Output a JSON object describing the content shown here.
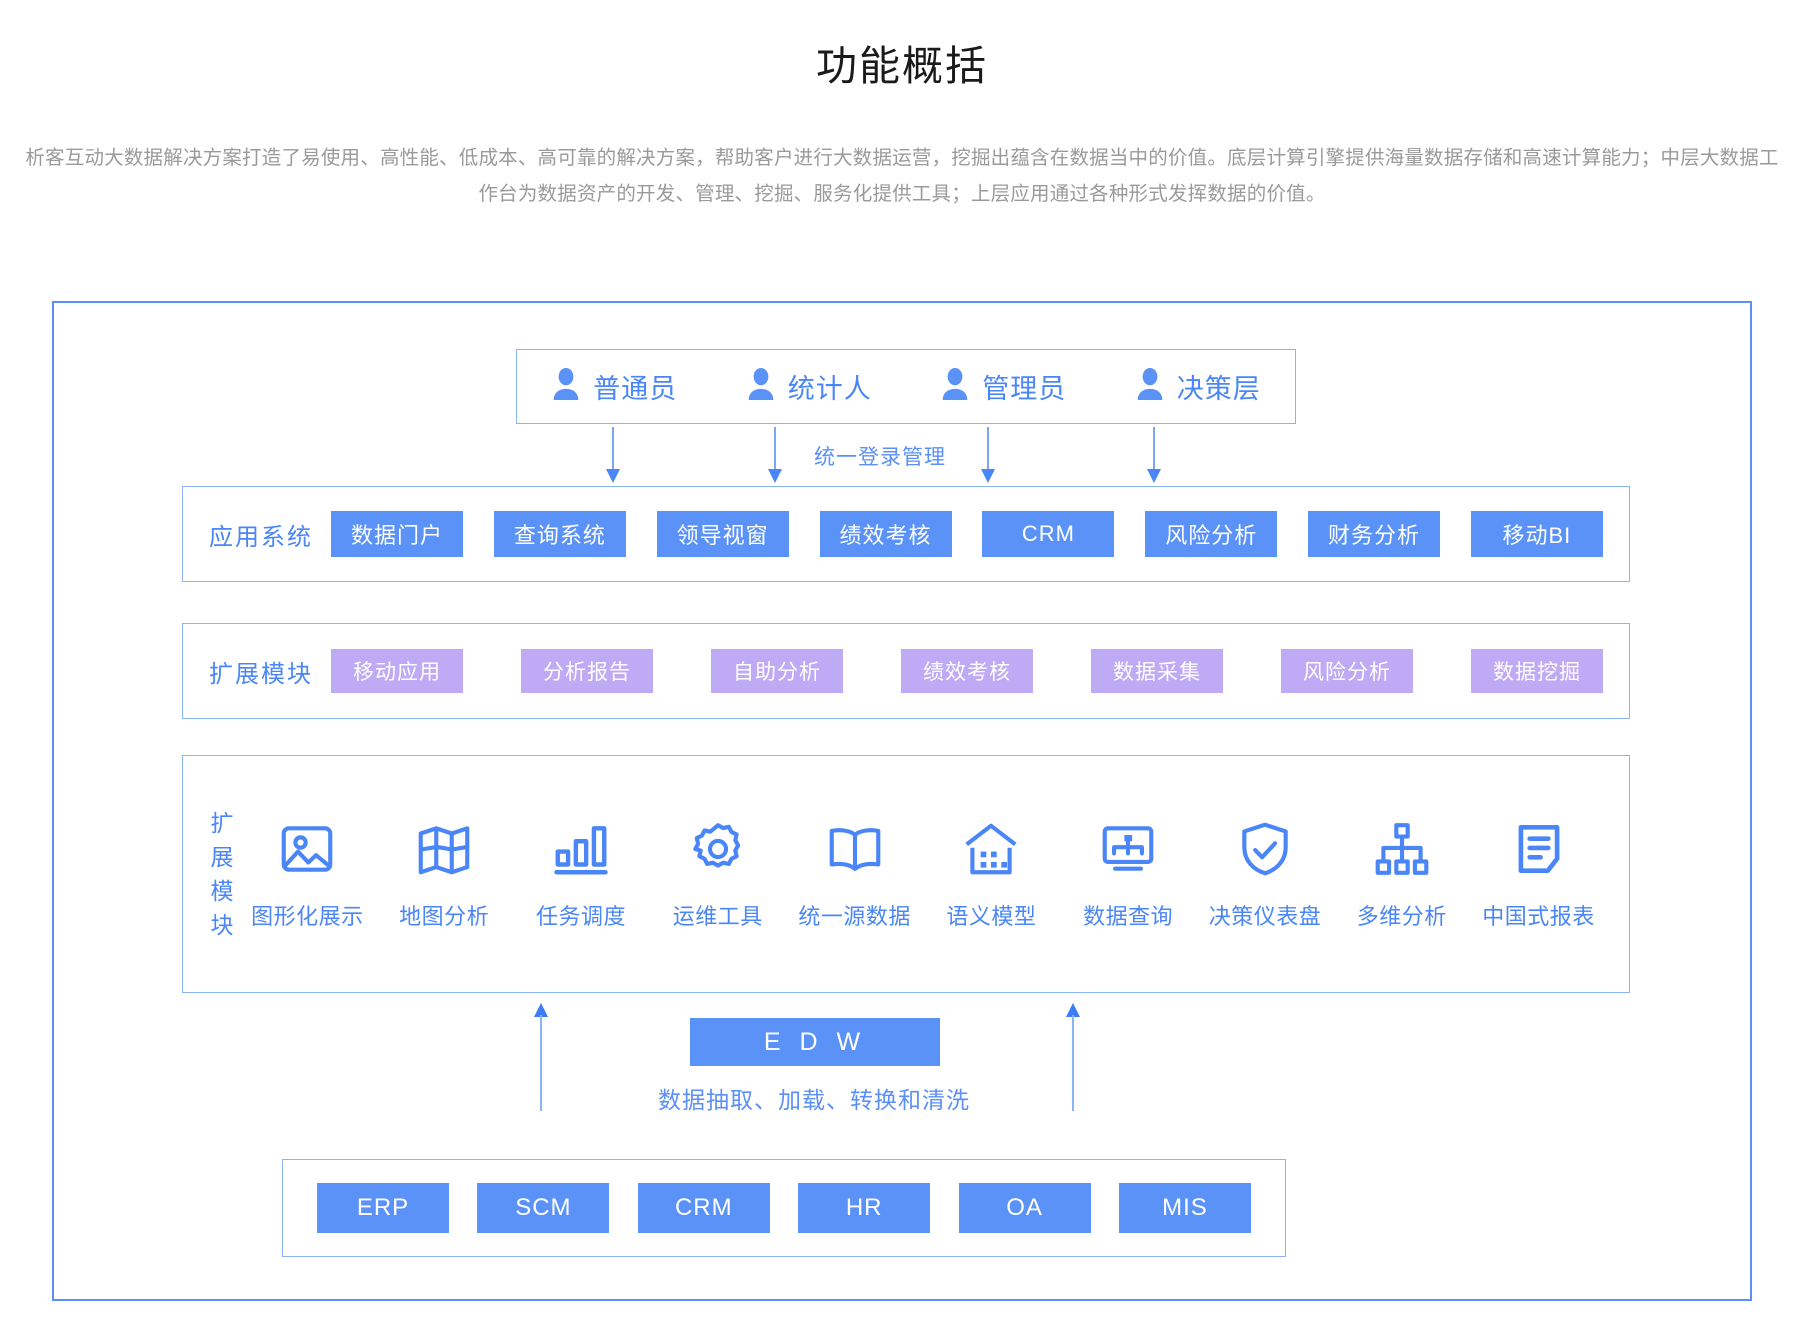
{
  "header": {
    "title": "功能概括",
    "description": "析客互动大数据解决方案打造了易使用、高性能、低成本、高可靠的解决方案，帮助客户进行大数据运营，挖掘出蕴含在数据当中的价值。底层计算引擎提供海量数据存储和高速计算能力；中层大数据工作台为数据资产的开发、管理、挖掘、服务化提供工具；上层应用通过各种形式发挥数据的价值。"
  },
  "roles": {
    "items": [
      {
        "label": "普通员",
        "icon": "person-icon"
      },
      {
        "label": "统计人",
        "icon": "person-icon"
      },
      {
        "label": "管理员",
        "icon": "person-icon"
      },
      {
        "label": "决策层",
        "icon": "person-icon"
      }
    ],
    "login_label": "统一登录管理"
  },
  "app_systems": {
    "label": "应用系统",
    "items": [
      {
        "label": "数据门户"
      },
      {
        "label": "查询系统"
      },
      {
        "label": "领导视窗"
      },
      {
        "label": "绩效考核"
      },
      {
        "label": "CRM"
      },
      {
        "label": "风险分析"
      },
      {
        "label": "财务分析"
      },
      {
        "label": "移动BI"
      }
    ]
  },
  "extension_modules": {
    "label": "扩展模块",
    "items": [
      {
        "label": "移动应用"
      },
      {
        "label": "分析报告"
      },
      {
        "label": "自助分析"
      },
      {
        "label": "绩效考核"
      },
      {
        "label": "数据采集"
      },
      {
        "label": "风险分析"
      },
      {
        "label": "数据挖掘"
      }
    ]
  },
  "capabilities": {
    "label": "扩展模块",
    "items": [
      {
        "label": "图形化展示",
        "icon": "image-icon"
      },
      {
        "label": "地图分析",
        "icon": "map-icon"
      },
      {
        "label": "任务调度",
        "icon": "bar-chart-icon"
      },
      {
        "label": "运维工具",
        "icon": "gear-icon"
      },
      {
        "label": "统一源数据",
        "icon": "book-icon"
      },
      {
        "label": "语义模型",
        "icon": "house-icon"
      },
      {
        "label": "数据查询",
        "icon": "monitor-distribute-icon"
      },
      {
        "label": "决策仪表盘",
        "icon": "shield-check-icon"
      },
      {
        "label": "多维分析",
        "icon": "hierarchy-icon"
      },
      {
        "label": "中国式报表",
        "icon": "document-icon"
      }
    ]
  },
  "edw": {
    "label": "E D W",
    "subtitle": "数据抽取、加载、转换和清洗"
  },
  "source_systems": {
    "items": [
      {
        "label": "ERP"
      },
      {
        "label": "SCM"
      },
      {
        "label": "CRM"
      },
      {
        "label": "HR"
      },
      {
        "label": "OA"
      },
      {
        "label": "MIS"
      }
    ]
  },
  "colors": {
    "primary_blue": "#5b92f8",
    "border_blue": "#8ab4f8",
    "text_blue": "#4a86f7",
    "purple": "#bfaaf5",
    "title_text": "#1a1a1a",
    "desc_text": "#9a9a9a"
  }
}
